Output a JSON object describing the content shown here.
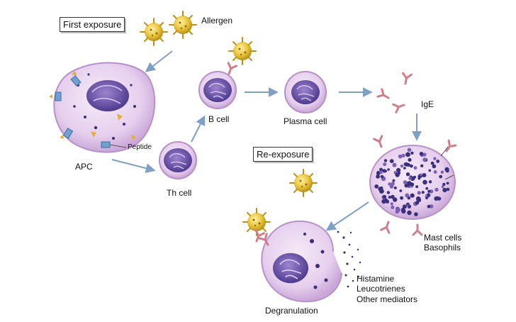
{
  "labels": {
    "first_exposure": "First exposure",
    "re_exposure": "Re-exposure",
    "allergen": "Allergen",
    "peptide": "Peptide",
    "apc": "APC",
    "th_cell": "Th cell",
    "b_cell": "B cell",
    "plasma_cell": "Plasma cell",
    "ige": "IgE",
    "mast_cells": "Mast cells",
    "basophils": "Basophils",
    "degranulation": "Degranulation",
    "mediators": [
      "Histamine",
      "Leucotrienes",
      "Other mediators"
    ]
  },
  "colors": {
    "arrow": "#7f9fc4",
    "cell_fill": "#ead8ef",
    "cell_border": "#b791c7",
    "nucleus": "#6a4fa3",
    "allergen": "#e8c23a",
    "ige": "#d07f8a",
    "granule": "#3a2f7a"
  }
}
